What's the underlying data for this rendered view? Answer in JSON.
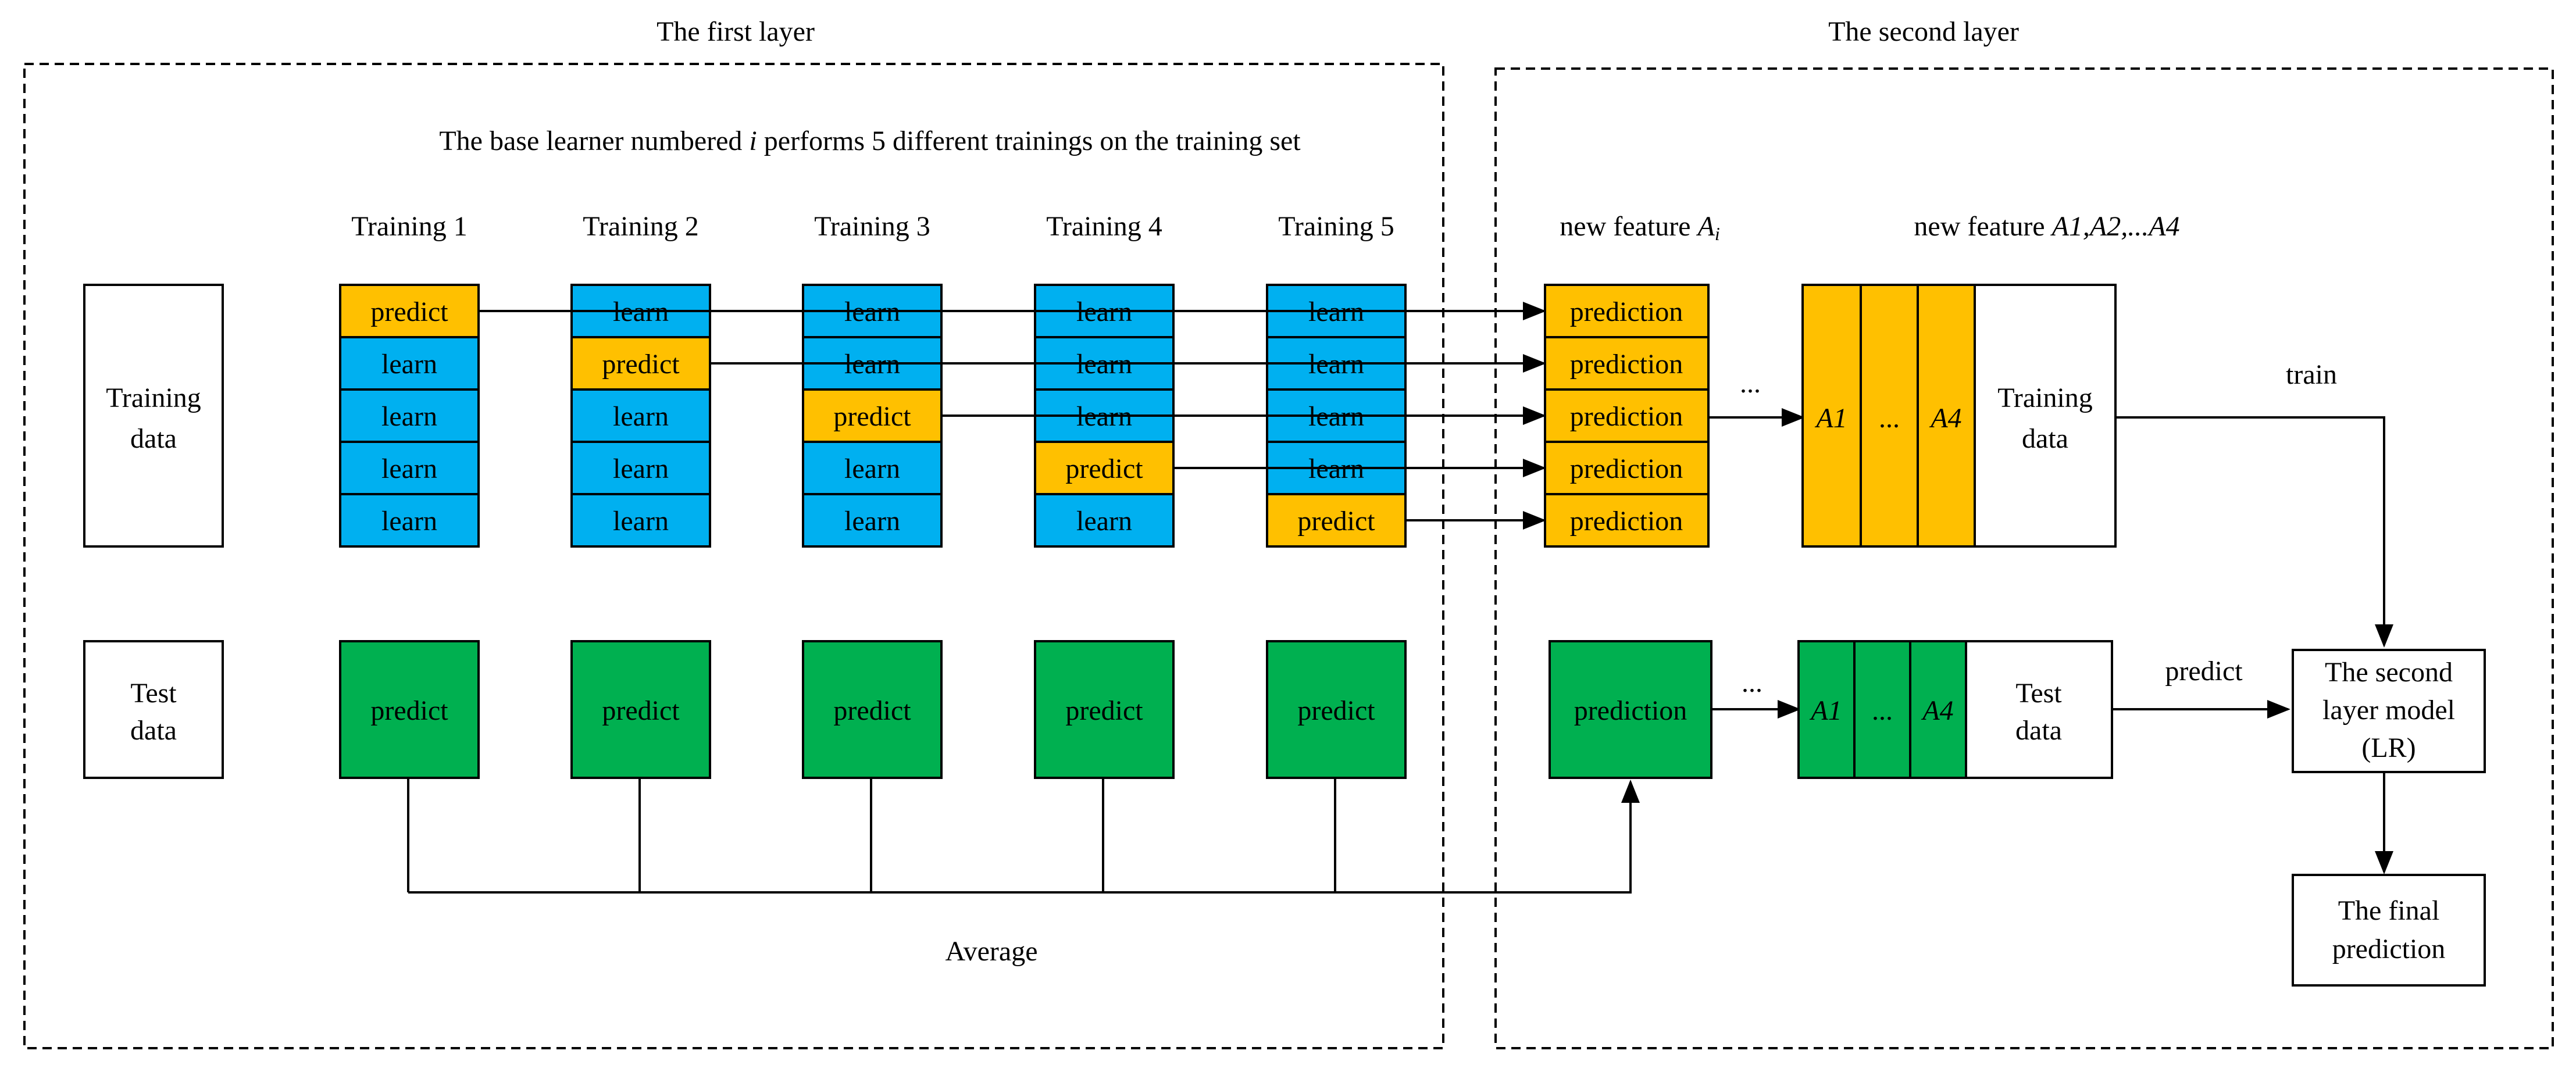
{
  "colors": {
    "learn": "#00b0f0",
    "predict": "#ffc000",
    "test": "#00b050",
    "plain": "#ffffff",
    "line": "#000000"
  },
  "layers": {
    "first": "The first layer",
    "second": "The second layer"
  },
  "first_layer": {
    "description_pre": "The base learner numbered ",
    "description_var": "i",
    "description_post": " performs 5 different trainings on the training set",
    "training_titles": [
      "Training 1",
      "Training 2",
      "Training 3",
      "Training 4",
      "Training 5"
    ],
    "training_data": [
      "Training",
      "data"
    ],
    "test_data": [
      "Test",
      "data"
    ],
    "fold_learn": "learn",
    "fold_predict": "predict",
    "test_predict": "predict",
    "average": "Average"
  },
  "second_layer": {
    "new_feature_a": "new feature ",
    "new_feature_var": "A",
    "new_feature_sub": "i",
    "new_feature_all": "new feature ",
    "new_feature_all_expr": "A1,A2,...A4",
    "prediction": "prediction",
    "ellipsis": "...",
    "matrix_labels": [
      "A1",
      "...",
      "A4"
    ],
    "matrix_training": [
      "Training",
      "data"
    ],
    "matrix_test": [
      "Test",
      "data"
    ],
    "train": "train",
    "predict": "predict",
    "model": [
      "The second",
      "layer model",
      "(LR)"
    ],
    "final": [
      "The final",
      "prediction"
    ]
  }
}
